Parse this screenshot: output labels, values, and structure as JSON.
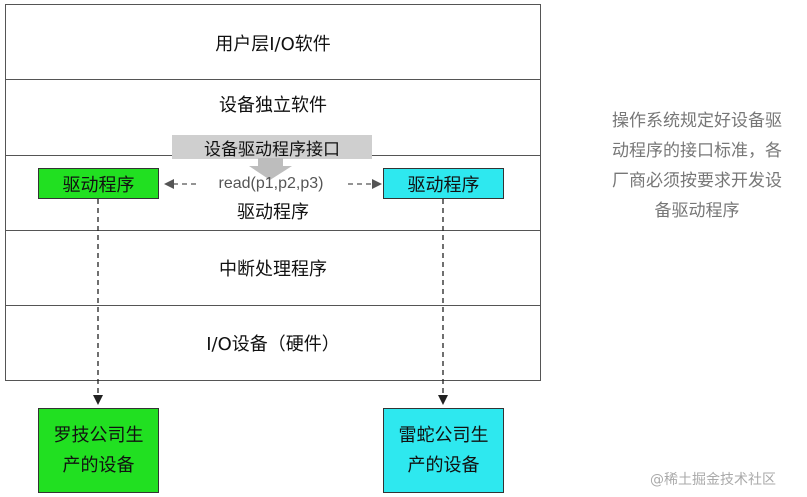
{
  "layers": {
    "user_io": "用户层I/O软件",
    "device_independent": "设备独立软件",
    "driver_layer": "驱动程序",
    "interrupt_handler": "中断处理程序",
    "io_device": "I/O设备（硬件）"
  },
  "interface_label": "设备驱动程序接口",
  "read_call": "read(p1,p2,p3)",
  "drivers": {
    "left": "驱动程序",
    "right": "驱动程序"
  },
  "vendors": {
    "left_line1": "罗技公司生",
    "left_line2": "产的设备",
    "right_line1": "雷蛇公司生",
    "right_line2": "产的设备"
  },
  "note": {
    "line1": "操作系统规定好设备驱",
    "line2": "动程序的接口标准，各",
    "line3": "厂商必须按要求开发设",
    "line4": "备驱动程序"
  },
  "watermark": "@稀土掘金技术社区",
  "colors": {
    "green": "#21e021",
    "cyan": "#2ee8ef",
    "interface_bg": "#cfcfcf",
    "note_text": "#777777"
  }
}
